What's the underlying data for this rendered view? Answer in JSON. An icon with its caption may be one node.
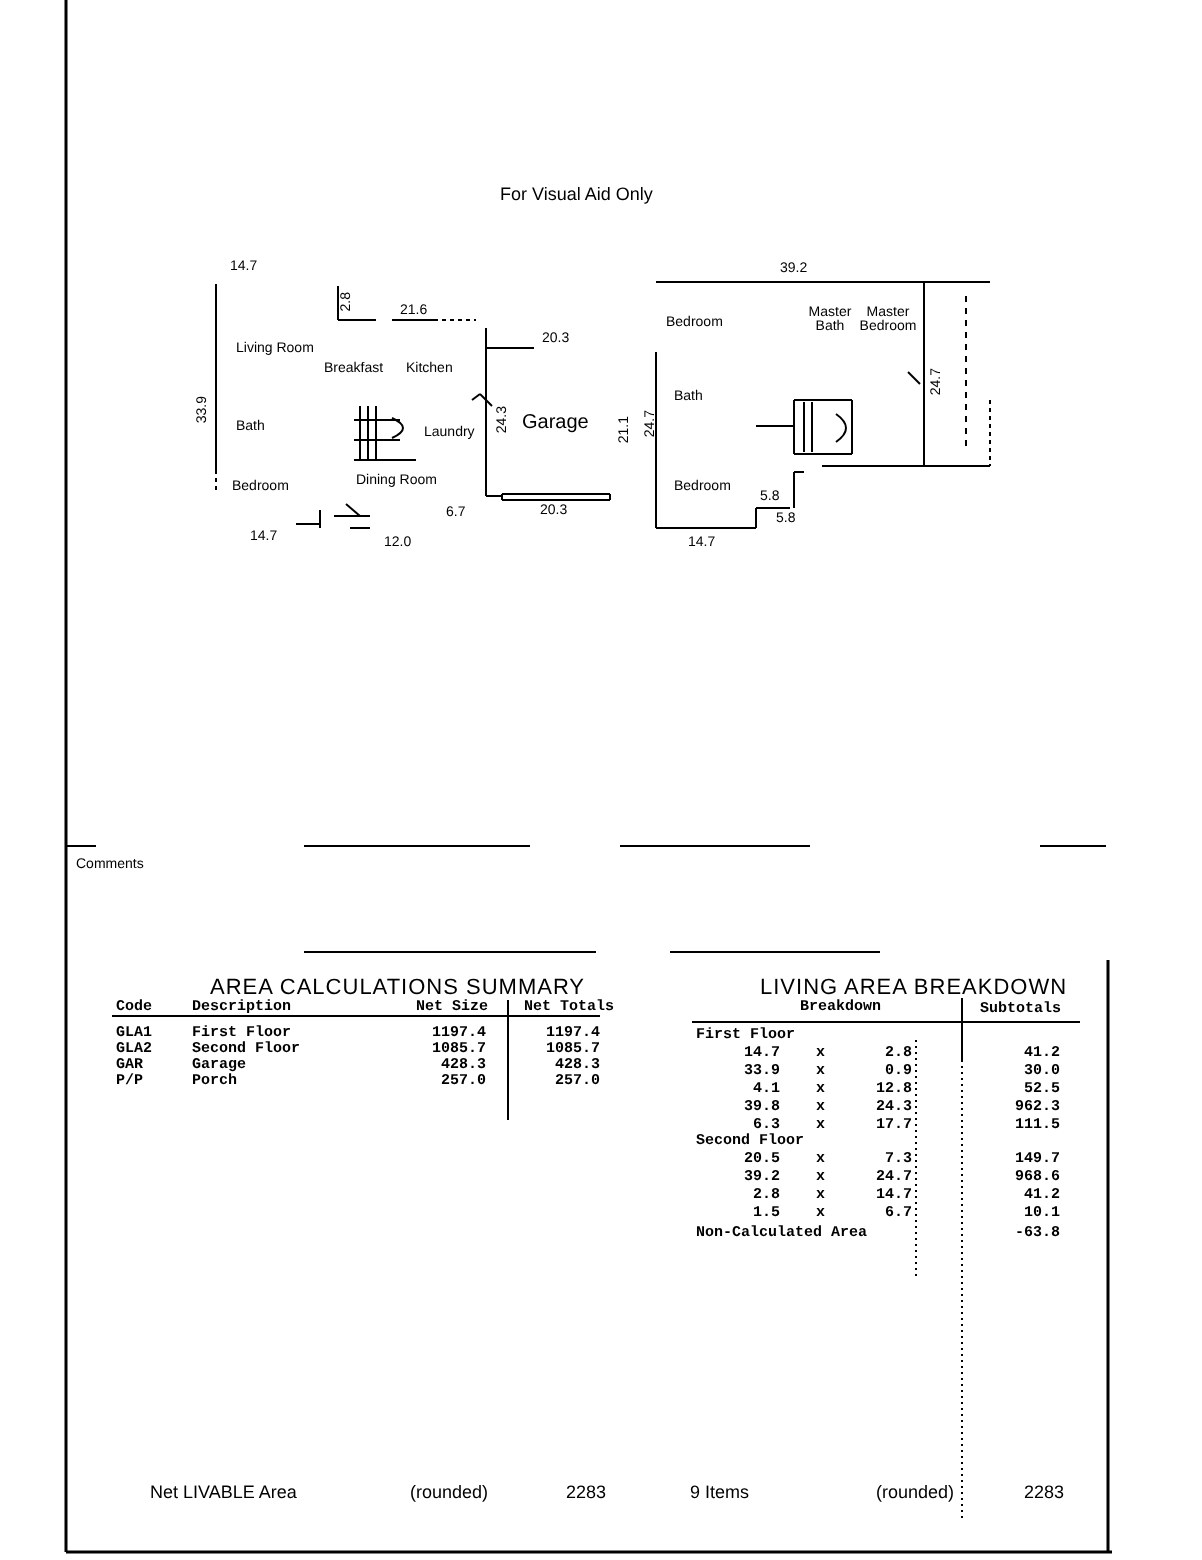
{
  "diagram": {
    "title": "For Visual Aid Only",
    "labels": [
      "14.7",
      "2.8",
      "21.6",
      "Living Room",
      "Breakfast",
      "Kitchen",
      "20.3",
      "33.9",
      "24.3",
      "Bath",
      "Laundry",
      "Garage",
      "21.1",
      "Bedroom",
      "Dining Room",
      "6.7",
      "20.3",
      "14.7",
      "12.0",
      "39.2",
      "Bedroom",
      "Master Bath",
      "Master Bedroom",
      "24.7",
      "24.7",
      "Bath",
      "5.8",
      "5.8",
      "Bedroom",
      "14.7",
      "Comments",
      "AREA CALCULATIONS SUMMARY",
      "Code",
      "Description",
      "Net Size",
      "Net Totals",
      "GLA1",
      "First Floor",
      "1197.4",
      "1197.4",
      "GLA2",
      "Second Floor",
      "1085.7",
      "1085.7",
      "GAR",
      "Garage",
      "428.3",
      "428.3",
      "P/P",
      "Porch",
      "257.0",
      "257.0",
      "LIVING AREA BREAKDOWN",
      "Breakdown",
      "Subtotals",
      "First Floor",
      "14.7",
      "x",
      "2.8",
      "41.2",
      "33.9",
      "x",
      "0.9",
      "30.0",
      "4.1",
      "x",
      "12.8",
      "52.5",
      "39.8",
      "x",
      "24.3",
      "962.3",
      "6.3",
      "x",
      "17.7",
      "111.5",
      "Second Floor",
      "20.5",
      "x",
      "7.3",
      "149.7",
      "39.2",
      "x",
      "24.7",
      "968.6",
      "2.8",
      "x",
      "14.7",
      "41.2",
      "1.5",
      "x",
      "6.7",
      "10.1",
      "Non-Calculated Area",
      "-63.8",
      "Net LIVABLE Area",
      "(rounded)",
      "2283",
      "9 Items",
      "(rounded)",
      "2283"
    ]
  }
}
